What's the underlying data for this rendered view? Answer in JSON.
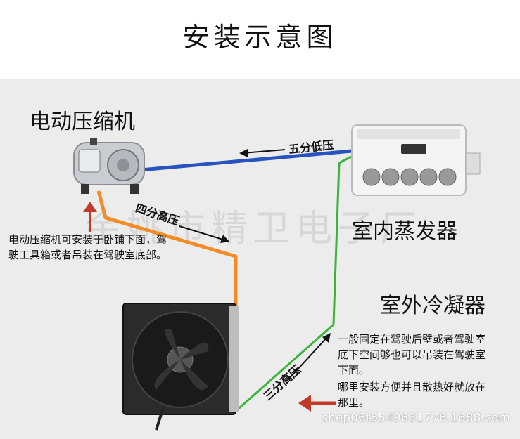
{
  "title": "安装示意图",
  "components": {
    "compressor": "电动压缩机",
    "evaporator": "室内蒸发器",
    "condenser": "室外冷凝器"
  },
  "pipes": {
    "low_pressure": "五分低压",
    "high_pressure_four": "四分高压",
    "high_pressure_three": "三分高压"
  },
  "notes": {
    "compressor_note": "电动压缩机可安装于卧铺下面，驾驶工具箱或者吊装在驾驶室底部。",
    "condenser_note_1": "一般固定在驾驶后壁或者驾驶室底下空间够也可以吊装在驾驶室下面。",
    "condenser_note_2": "哪里安装方便并且散热好就放在那里。"
  },
  "watermark": "余姚市精卫电子厂",
  "shop_url": "shop06t5549631776.1688.com",
  "colors": {
    "low_pressure_pipe": "#2a52be",
    "high_pressure_pipe": "#f28c28",
    "condenser_pipe": "#3cb43c",
    "arrow_red": "#c0392b"
  }
}
